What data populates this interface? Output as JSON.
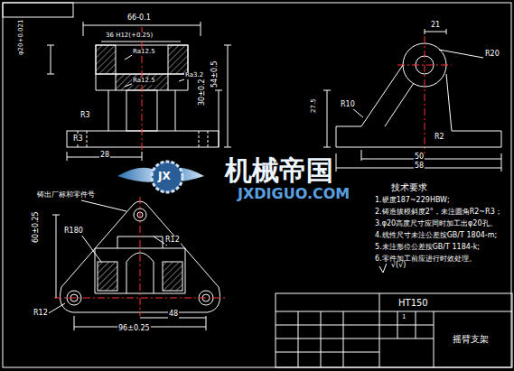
{
  "diagram": {
    "labels": [
      "66-0.1",
      "36 H12(+0.25)",
      "Ra12.5",
      "Ra12.5",
      "Ra3.2",
      "φ20+0.021",
      "R3",
      "R3",
      "54±0.5",
      "30±0.2",
      "28",
      "21",
      "R20",
      "R10",
      "27.5",
      "R2",
      "50",
      "58",
      "铸出厂标和零件号",
      "R180",
      "R12",
      "R12",
      "60±0.25",
      "48",
      "96±0.25",
      "JX",
      "机械帝国",
      "JXDIGUO.COM",
      "技术要求",
      "1.硬度187~229HBW;",
      "2.铸造拔模斜度2°，未注圆角R2~R3；",
      "3.φ20高度尺寸应同时加工出φ20孔。",
      "4.线性尺寸未注公差按GB/T 1804-m;",
      "5.未注形位公差按GB/T 1184-k;",
      "6.零件加工前应进行时效处理。",
      "√(√)",
      "HT150",
      "1",
      "摇臂支架"
    ]
  }
}
